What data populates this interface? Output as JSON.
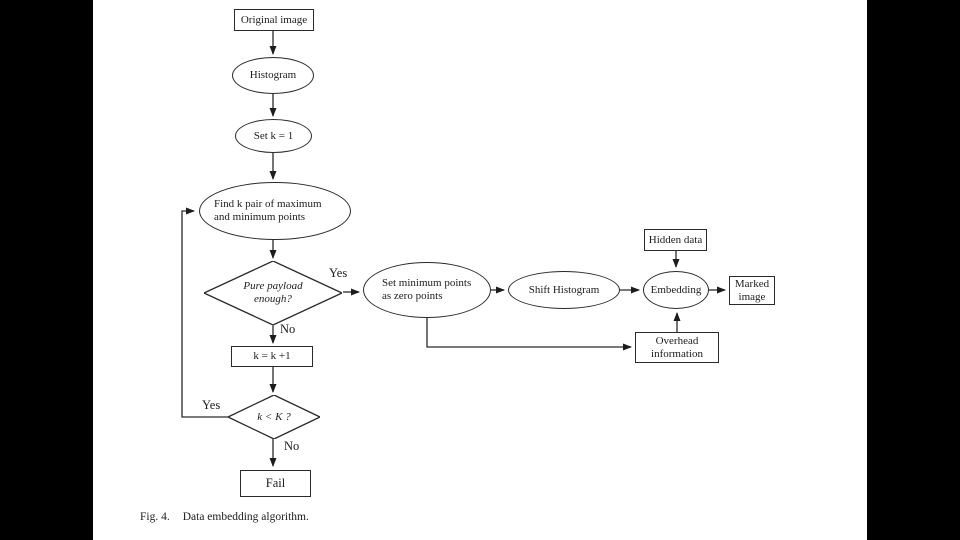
{
  "figure": {
    "caption_label": "Fig. 4.",
    "caption_text": "Data embedding algorithm."
  },
  "nodes": {
    "original_image": "Original image",
    "histogram": "Histogram",
    "set_k": "Set k = 1",
    "find_k_line1": "Find k pair of maximum",
    "find_k_line2": "and minimum points",
    "pure_payload_line1": "Pure payload",
    "pure_payload_line2": "enough?",
    "set_min_line1": "Set minimum points",
    "set_min_line2": "as zero points",
    "shift_histogram": "Shift Histogram",
    "embedding": "Embedding",
    "hidden_data": "Hidden data",
    "marked_line1": "Marked",
    "marked_line2": "image",
    "overhead_line1": "Overhead",
    "overhead_line2": "information",
    "k_increment": "k = k +1",
    "k_check": "k < K ?",
    "fail": "Fail"
  },
  "edge_labels": {
    "payload_yes": "Yes",
    "payload_no": "No",
    "kcheck_yes": "Yes",
    "kcheck_no": "No"
  },
  "colors": {
    "line": "#2a2a2a",
    "background": "#ffffff",
    "letterbox": "#000000"
  }
}
